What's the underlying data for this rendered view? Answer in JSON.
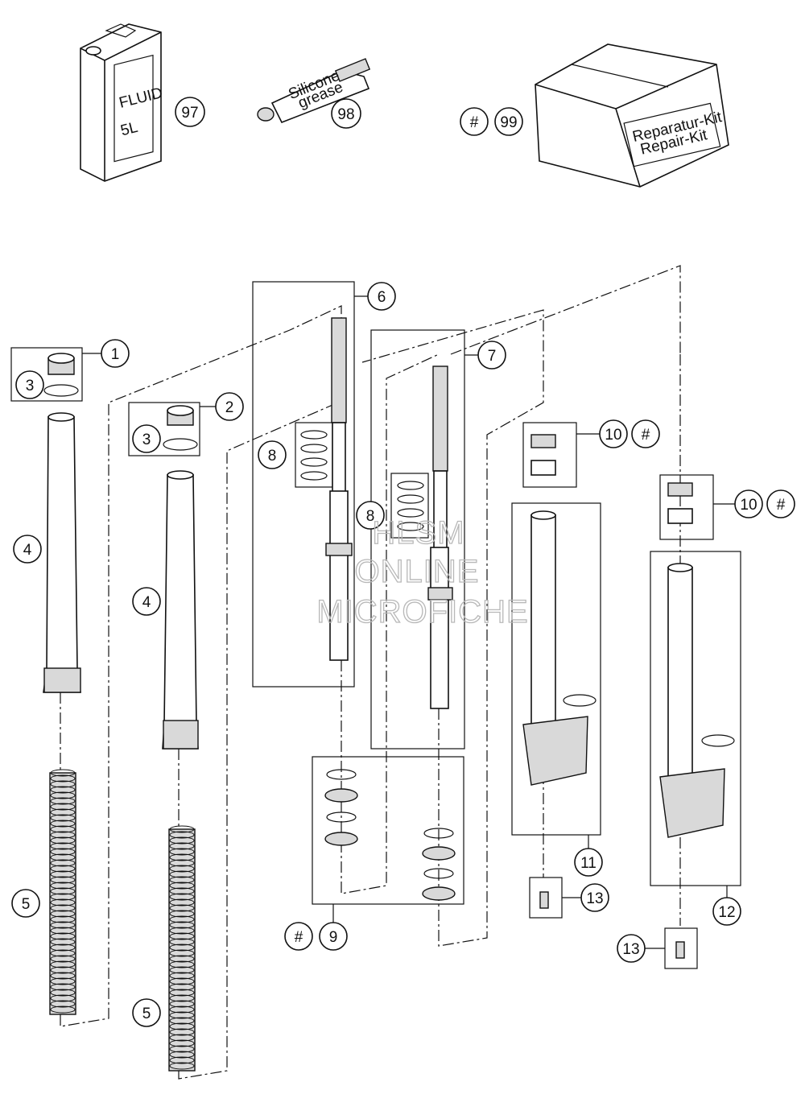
{
  "labels": {
    "fluid_can": "FLUID",
    "fluid_volume": "5L",
    "grease_tube_line1": "Silicone",
    "grease_tube_line2": "grease",
    "kit_box_line1": "Reparatur-Kit",
    "kit_box_line2": "Repair-Kit"
  },
  "callouts": {
    "c97": "97",
    "c98": "98",
    "c99_hash": "#",
    "c99": "99",
    "c1": "1",
    "c2": "2",
    "c3a": "3",
    "c3b": "3",
    "c4a": "4",
    "c4b": "4",
    "c5a": "5",
    "c5b": "5",
    "c6": "6",
    "c7": "7",
    "c8a": "8",
    "c8b": "8",
    "c9_hash": "#",
    "c9": "9",
    "c10a": "10",
    "c10a_hash": "#",
    "c10b": "10",
    "c10b_hash": "#",
    "c11": "11",
    "c12": "12",
    "c13a": "13",
    "c13b": "13"
  },
  "watermark": {
    "line1": "HLSM",
    "line2": "ONLINE",
    "line3": "MICROFICHE"
  }
}
